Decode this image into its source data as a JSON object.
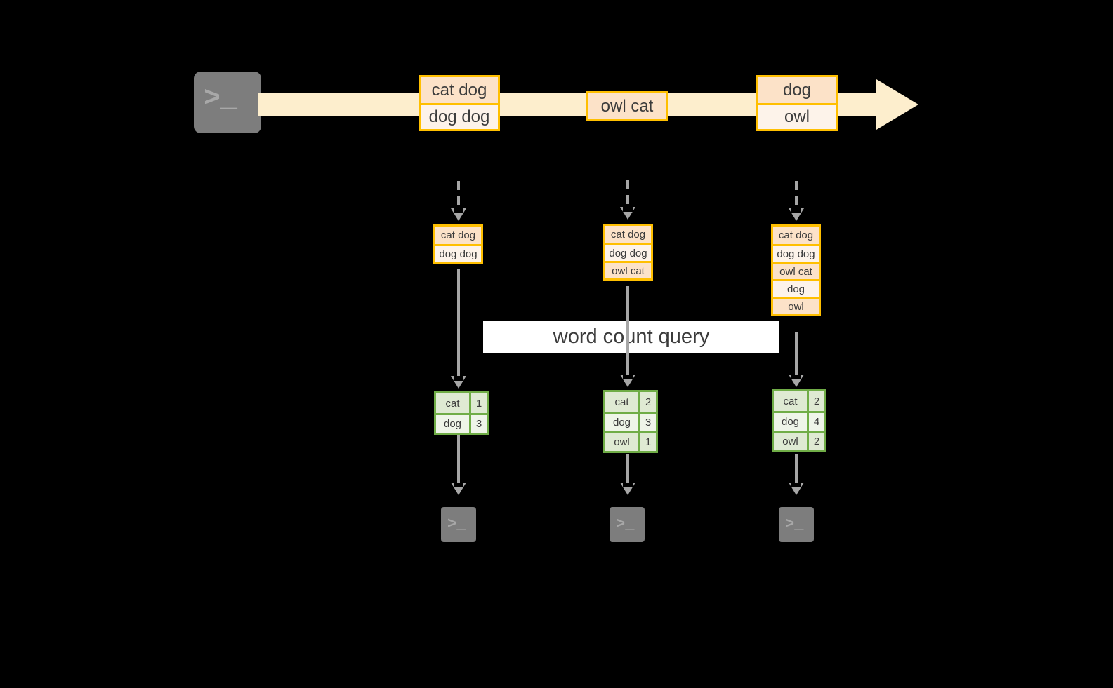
{
  "diagram": {
    "title_label": "word count query",
    "colors": {
      "background": "#000000",
      "stream_fill": "#fdeecd",
      "message_border": "#ffbf00",
      "message_fill_dark": "#fce2c8",
      "message_fill_light": "#fdf3ea",
      "result_border": "#70ad47",
      "result_fill_dark": "#dfead3",
      "result_fill_light": "#eff5e9",
      "connector": "#a6a6a6",
      "terminal_fill": "#7d7d7d",
      "label_band": "#ffffff"
    }
  },
  "producer": {
    "icon": "terminal-icon",
    "prompt": ">_"
  },
  "stream": {
    "icon": "arrow-right-icon",
    "messages": [
      {
        "lines": [
          "cat dog",
          "dog dog"
        ]
      },
      {
        "lines": [
          "owl cat"
        ]
      },
      {
        "lines": [
          "dog",
          "owl"
        ]
      }
    ]
  },
  "snapshots": [
    {
      "rows": [
        "cat dog",
        "dog dog"
      ]
    },
    {
      "rows": [
        "cat dog",
        "dog dog",
        "owl cat"
      ]
    },
    {
      "rows": [
        "cat dog",
        "dog dog",
        "owl cat",
        "dog",
        "owl"
      ]
    }
  ],
  "results": [
    {
      "rows": [
        {
          "word": "cat",
          "count": "1"
        },
        {
          "word": "dog",
          "count": "3"
        }
      ]
    },
    {
      "rows": [
        {
          "word": "cat",
          "count": "2"
        },
        {
          "word": "dog",
          "count": "3"
        },
        {
          "word": "owl",
          "count": "1"
        }
      ]
    },
    {
      "rows": [
        {
          "word": "cat",
          "count": "2"
        },
        {
          "word": "dog",
          "count": "4"
        },
        {
          "word": "owl",
          "count": "2"
        }
      ]
    }
  ],
  "consumers": [
    {
      "icon": "terminal-icon",
      "prompt": ">_"
    },
    {
      "icon": "terminal-icon",
      "prompt": ">_"
    },
    {
      "icon": "terminal-icon",
      "prompt": ">_"
    }
  ]
}
